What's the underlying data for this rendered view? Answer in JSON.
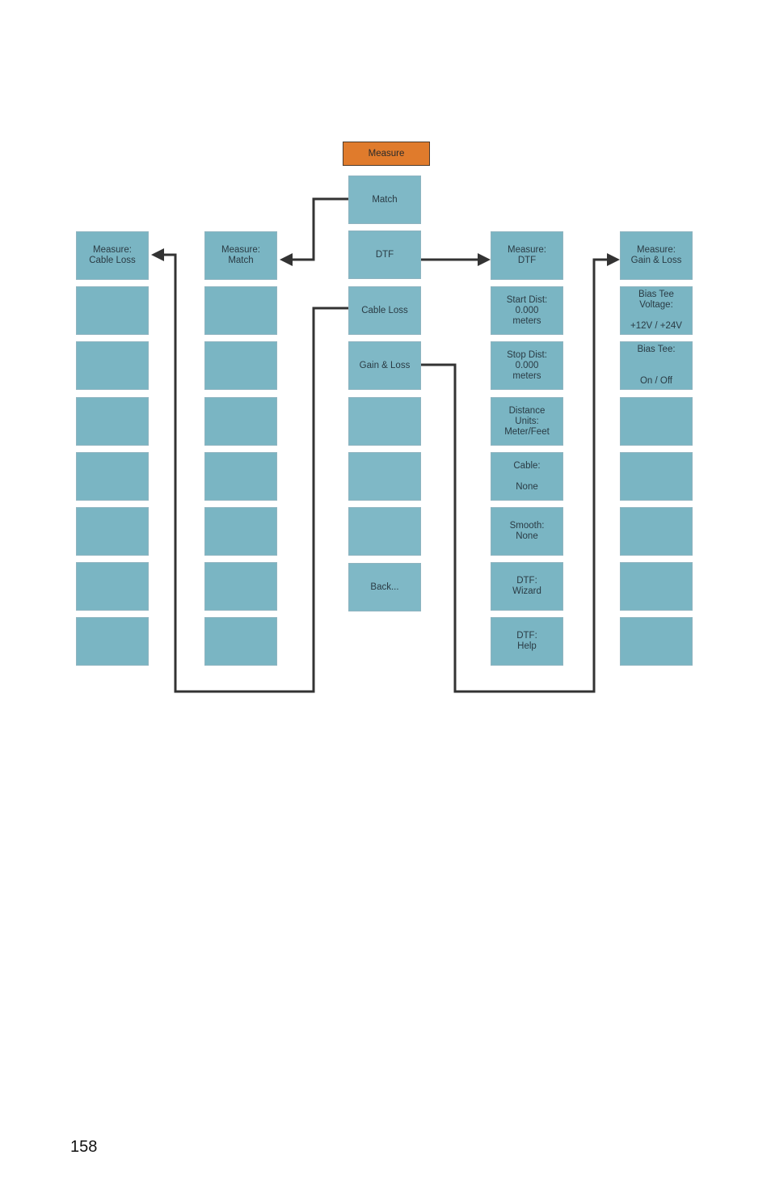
{
  "page_number": "158",
  "colors": {
    "box_fill": "#7ab5c3",
    "root_fill": "#e07b2c",
    "connector": "#333333"
  },
  "root": {
    "label": "Measure"
  },
  "main_menu": [
    "Match",
    "DTF",
    "Cable Loss",
    "Gain & Loss",
    "",
    "",
    "",
    "Back..."
  ],
  "cable_loss_menu": [
    "Measure:\nCable Loss",
    "",
    "",
    "",
    "",
    "",
    "",
    ""
  ],
  "match_menu": [
    "Measure:\nMatch",
    "",
    "",
    "",
    "",
    "",
    "",
    ""
  ],
  "dtf_menu": [
    "Measure:\nDTF",
    "Start Dist:\n0.000\nmeters",
    "Stop Dist:\n0.000\nmeters",
    "Distance\nUnits:\nMeter/Feet",
    "Cable:\n\nNone",
    "Smooth:\nNone",
    "DTF:\nWizard",
    "DTF:\nHelp"
  ],
  "gain_loss_menu": [
    "Measure:\nGain & Loss",
    "Bias Tee\nVoltage:\n\n+12V / +24V",
    "Bias Tee:\n\n\nOn / Off",
    "",
    "",
    "",
    "",
    ""
  ]
}
